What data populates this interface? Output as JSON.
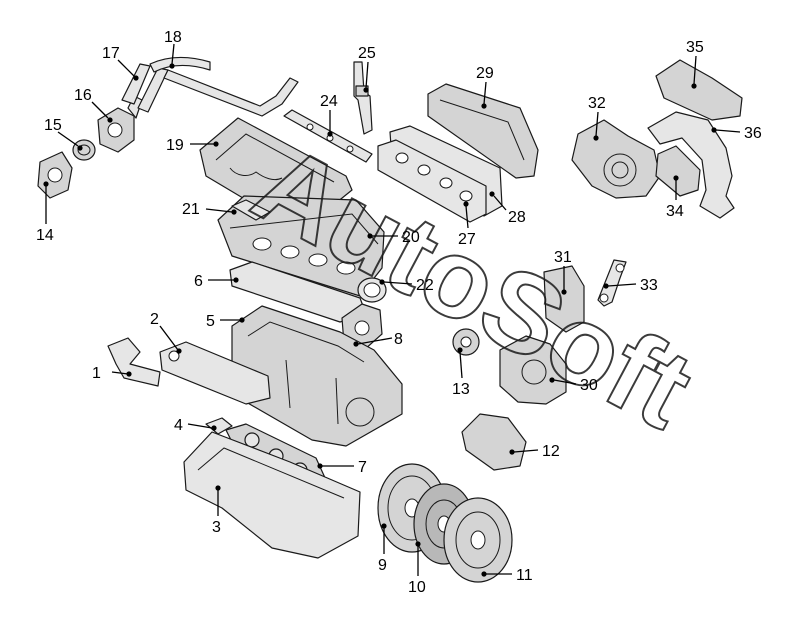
{
  "watermark": "AutoSoft",
  "callouts": [
    "1",
    "2",
    "3",
    "4",
    "5",
    "6",
    "7",
    "8",
    "9",
    "10",
    "11",
    "12",
    "13",
    "14",
    "15",
    "16",
    "17",
    "18",
    "19",
    "20",
    "21",
    "22",
    "24",
    "25",
    "27",
    "28",
    "29",
    "30",
    "31",
    "32",
    "33",
    "34",
    "35",
    "36"
  ]
}
